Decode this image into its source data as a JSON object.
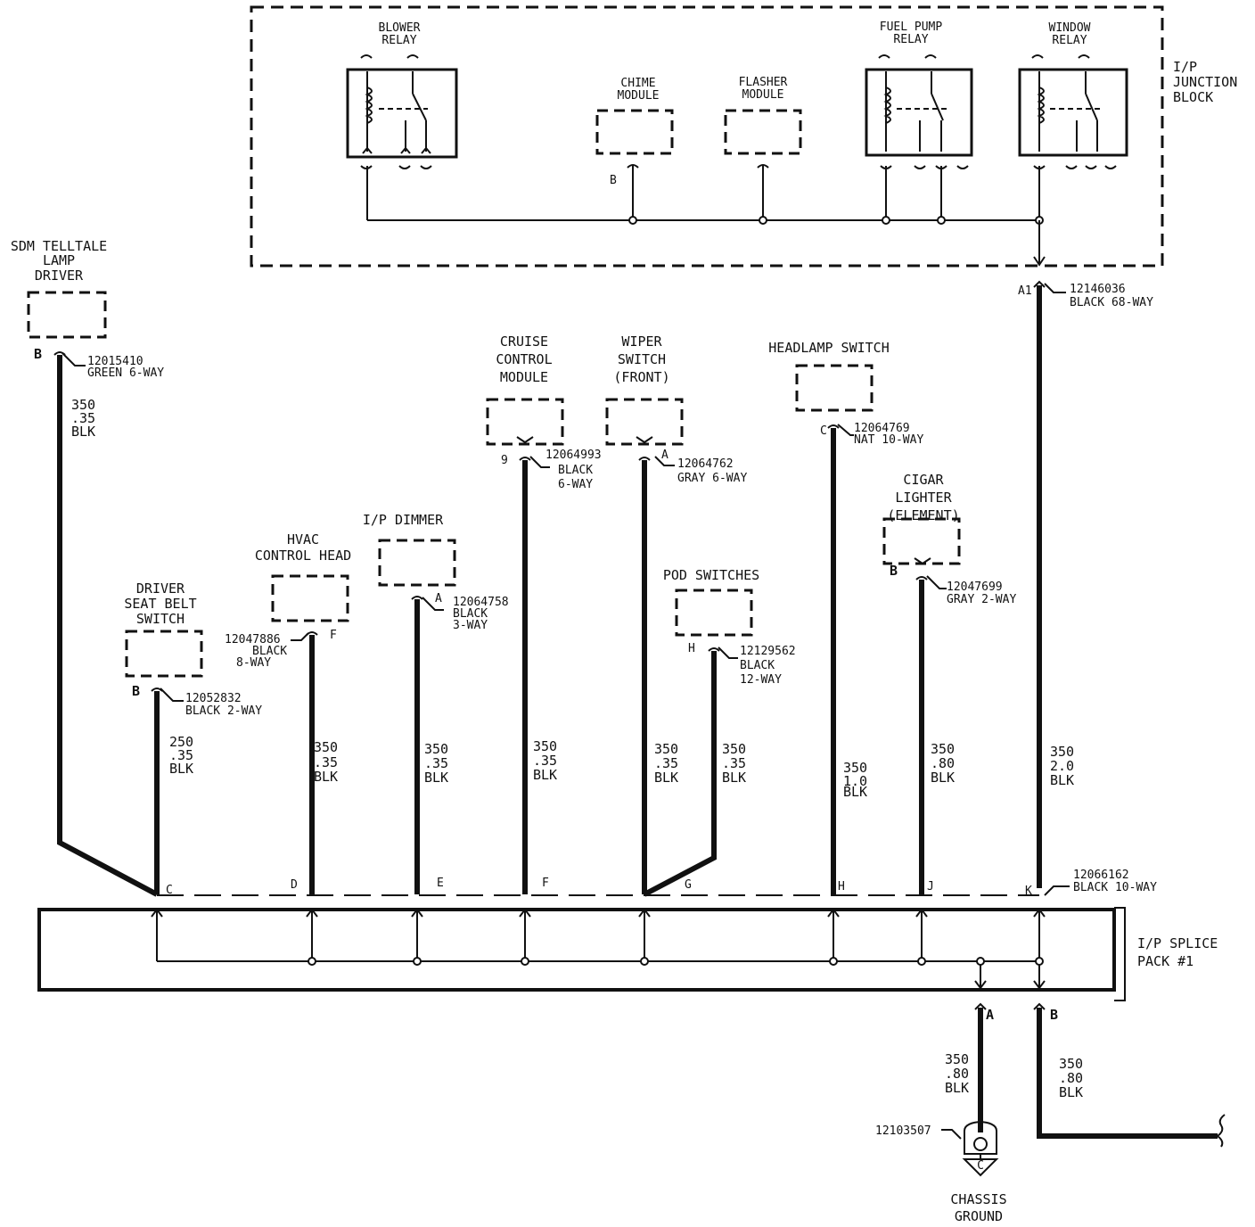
{
  "junction_block": {
    "label": [
      "I/P",
      "JUNCTION",
      "BLOCK"
    ],
    "blower_relay": [
      "BLOWER",
      "RELAY"
    ],
    "chime_module": [
      "CHIME",
      "MODULE"
    ],
    "chime_pin": "B",
    "flasher_module": [
      "FLASHER",
      "MODULE"
    ],
    "fuel_pump_relay": [
      "FUEL PUMP",
      "RELAY"
    ],
    "window_relay": [
      "WINDOW",
      "RELAY"
    ],
    "out_pin": "A1",
    "out_connector": [
      "12146036",
      "BLACK 68-WAY"
    ],
    "out_wire": [
      "350",
      "2.0",
      "BLK"
    ]
  },
  "components": {
    "sdm": {
      "label": [
        "SDM TELLTALE",
        "LAMP",
        "DRIVER"
      ],
      "pin": "B",
      "connector": [
        "12015410",
        "GREEN 6-WAY"
      ],
      "wire": [
        "350",
        ".35",
        "BLK"
      ]
    },
    "seatbelt": {
      "label": [
        "DRIVER",
        "SEAT BELT",
        "SWITCH"
      ],
      "pin": "B",
      "connector": [
        "12052832",
        "BLACK 2-WAY"
      ],
      "wire": [
        "250",
        ".35",
        "BLK"
      ]
    },
    "hvac": {
      "label": [
        "HVAC",
        "CONTROL HEAD"
      ],
      "pin": "F",
      "connector": [
        "12047886",
        "BLACK",
        "8-WAY"
      ],
      "wire": [
        "350",
        ".35",
        "BLK"
      ]
    },
    "dimmer": {
      "label": [
        "I/P DIMMER"
      ],
      "pin": "A",
      "connector": [
        "12064758",
        "BLACK",
        "3-WAY"
      ],
      "wire": [
        "350",
        ".35",
        "BLK"
      ]
    },
    "cruise": {
      "label": [
        "CRUISE",
        "CONTROL",
        "MODULE"
      ],
      "pin": "9",
      "connector": [
        "12064993",
        "BLACK",
        "6-WAY"
      ],
      "wire": [
        "350",
        ".35",
        "BLK"
      ]
    },
    "wiper": {
      "label": [
        "WIPER",
        "SWITCH",
        "(FRONT)"
      ],
      "pin": "A",
      "connector": [
        "12064762",
        "GRAY 6-WAY"
      ],
      "wire": [
        "350",
        ".35",
        "BLK"
      ]
    },
    "pod": {
      "label": [
        "POD SWITCHES"
      ],
      "pin": "H",
      "connector": [
        "12129562",
        "BLACK",
        "12-WAY"
      ],
      "wire": [
        "350",
        ".35",
        "BLK"
      ]
    },
    "headlamp": {
      "label": [
        "HEADLAMP SWITCH"
      ],
      "pin": "C",
      "connector": [
        "12064769",
        "NAT 10-WAY"
      ],
      "wire": [
        "350",
        "1.0",
        "BLK"
      ]
    },
    "cigar": {
      "label": [
        "CIGAR",
        "LIGHTER",
        "(ELEMENT)"
      ],
      "pin": "B",
      "connector": [
        "12047699",
        "GRAY 2-WAY"
      ],
      "wire": [
        "350",
        ".80",
        "BLK"
      ]
    }
  },
  "splice_pack": {
    "label": [
      "I/P SPLICE",
      "PACK #1"
    ],
    "connector": [
      "12066162",
      "BLACK 10-WAY"
    ],
    "pins": [
      "C",
      "D",
      "E",
      "F",
      "G",
      "H",
      "J",
      "K"
    ],
    "out_a": {
      "pin": "A",
      "wire": [
        "350",
        ".80",
        "BLK"
      ]
    },
    "out_b": {
      "pin": "B",
      "wire": [
        "350",
        ".80",
        "BLK"
      ]
    }
  },
  "ground": {
    "part": "12103507",
    "ref": "C",
    "label": [
      "CHASSIS",
      "GROUND"
    ]
  }
}
